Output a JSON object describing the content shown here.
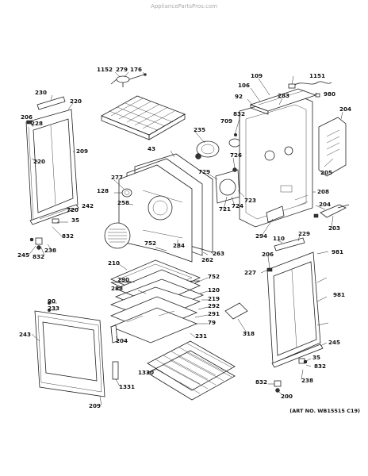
{
  "source_site": "AppliancePartsPros.com",
  "art_number": "(ART NO. WB15515 C19)",
  "callouts": [
    "1152",
    "279",
    "176",
    "1151",
    "230",
    "220",
    "206",
    "228",
    "109",
    "106",
    "92",
    "283",
    "832",
    "709",
    "980",
    "204",
    "235",
    "43",
    "220",
    "209",
    "277",
    "128",
    "258",
    "242",
    "35",
    "720",
    "832",
    "245",
    "832",
    "238",
    "752",
    "284",
    "262",
    "263",
    "729",
    "726",
    "721",
    "724",
    "723",
    "205",
    "208",
    "204",
    "203",
    "294",
    "110",
    "229",
    "981",
    "206",
    "227",
    "210",
    "290",
    "288",
    "752",
    "120",
    "219",
    "292",
    "291",
    "79",
    "90",
    "233",
    "204",
    "231",
    "318",
    "243",
    "245",
    "35",
    "832",
    "238",
    "832",
    "200",
    "1330",
    "1331",
    "209",
    "981"
  ]
}
